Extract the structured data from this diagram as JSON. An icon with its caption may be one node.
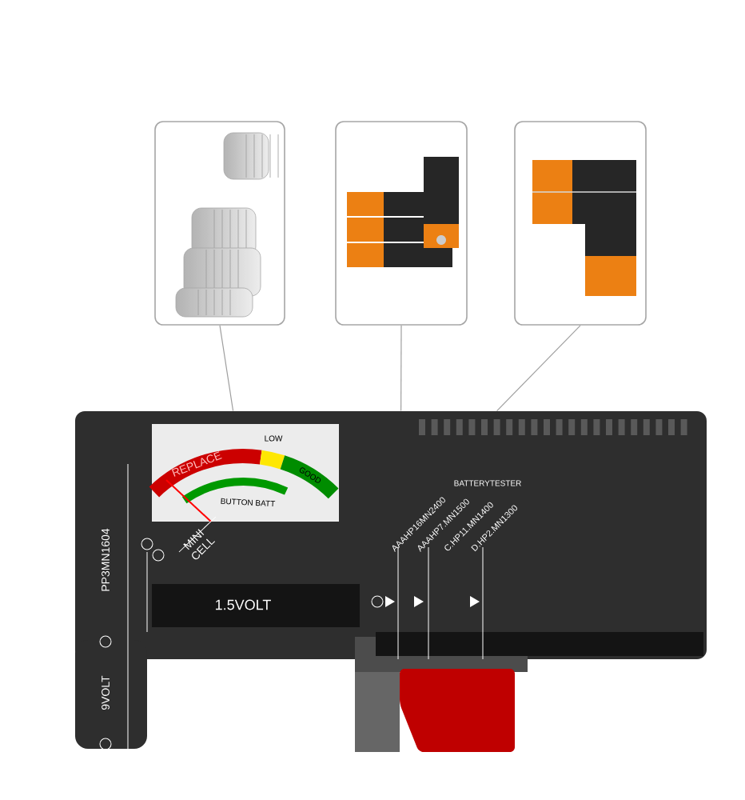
{
  "diagram": {
    "nodes": [
      {
        "text": [],
        "shape": "picture"
      },
      {
        "text": [],
        "shape": "picture"
      },
      {
        "text": [],
        "shape": "picture"
      },
      {
        "text": [],
        "shape": "picture"
      }
    ],
    "edges": [
      {
        "from": 0,
        "to": 3,
        "arrow": "none"
      },
      {
        "from": 1,
        "to": 3,
        "arrow": "none"
      },
      {
        "from": 2,
        "to": 3,
        "arrow": "none"
      }
    ],
    "labels": [
      "REPLACE",
      "LOW",
      "GOOD",
      "BUTTON BATT",
      "BATTERYTESTER",
      "MINI CELL",
      "1.5VOLT",
      "AAAHP16MN2400",
      "AAAHP7.MN1500",
      "C.HP11.MN1400",
      "D.HP2.MN1300",
      "9VOLT",
      "PP3MN1604"
    ]
  }
}
